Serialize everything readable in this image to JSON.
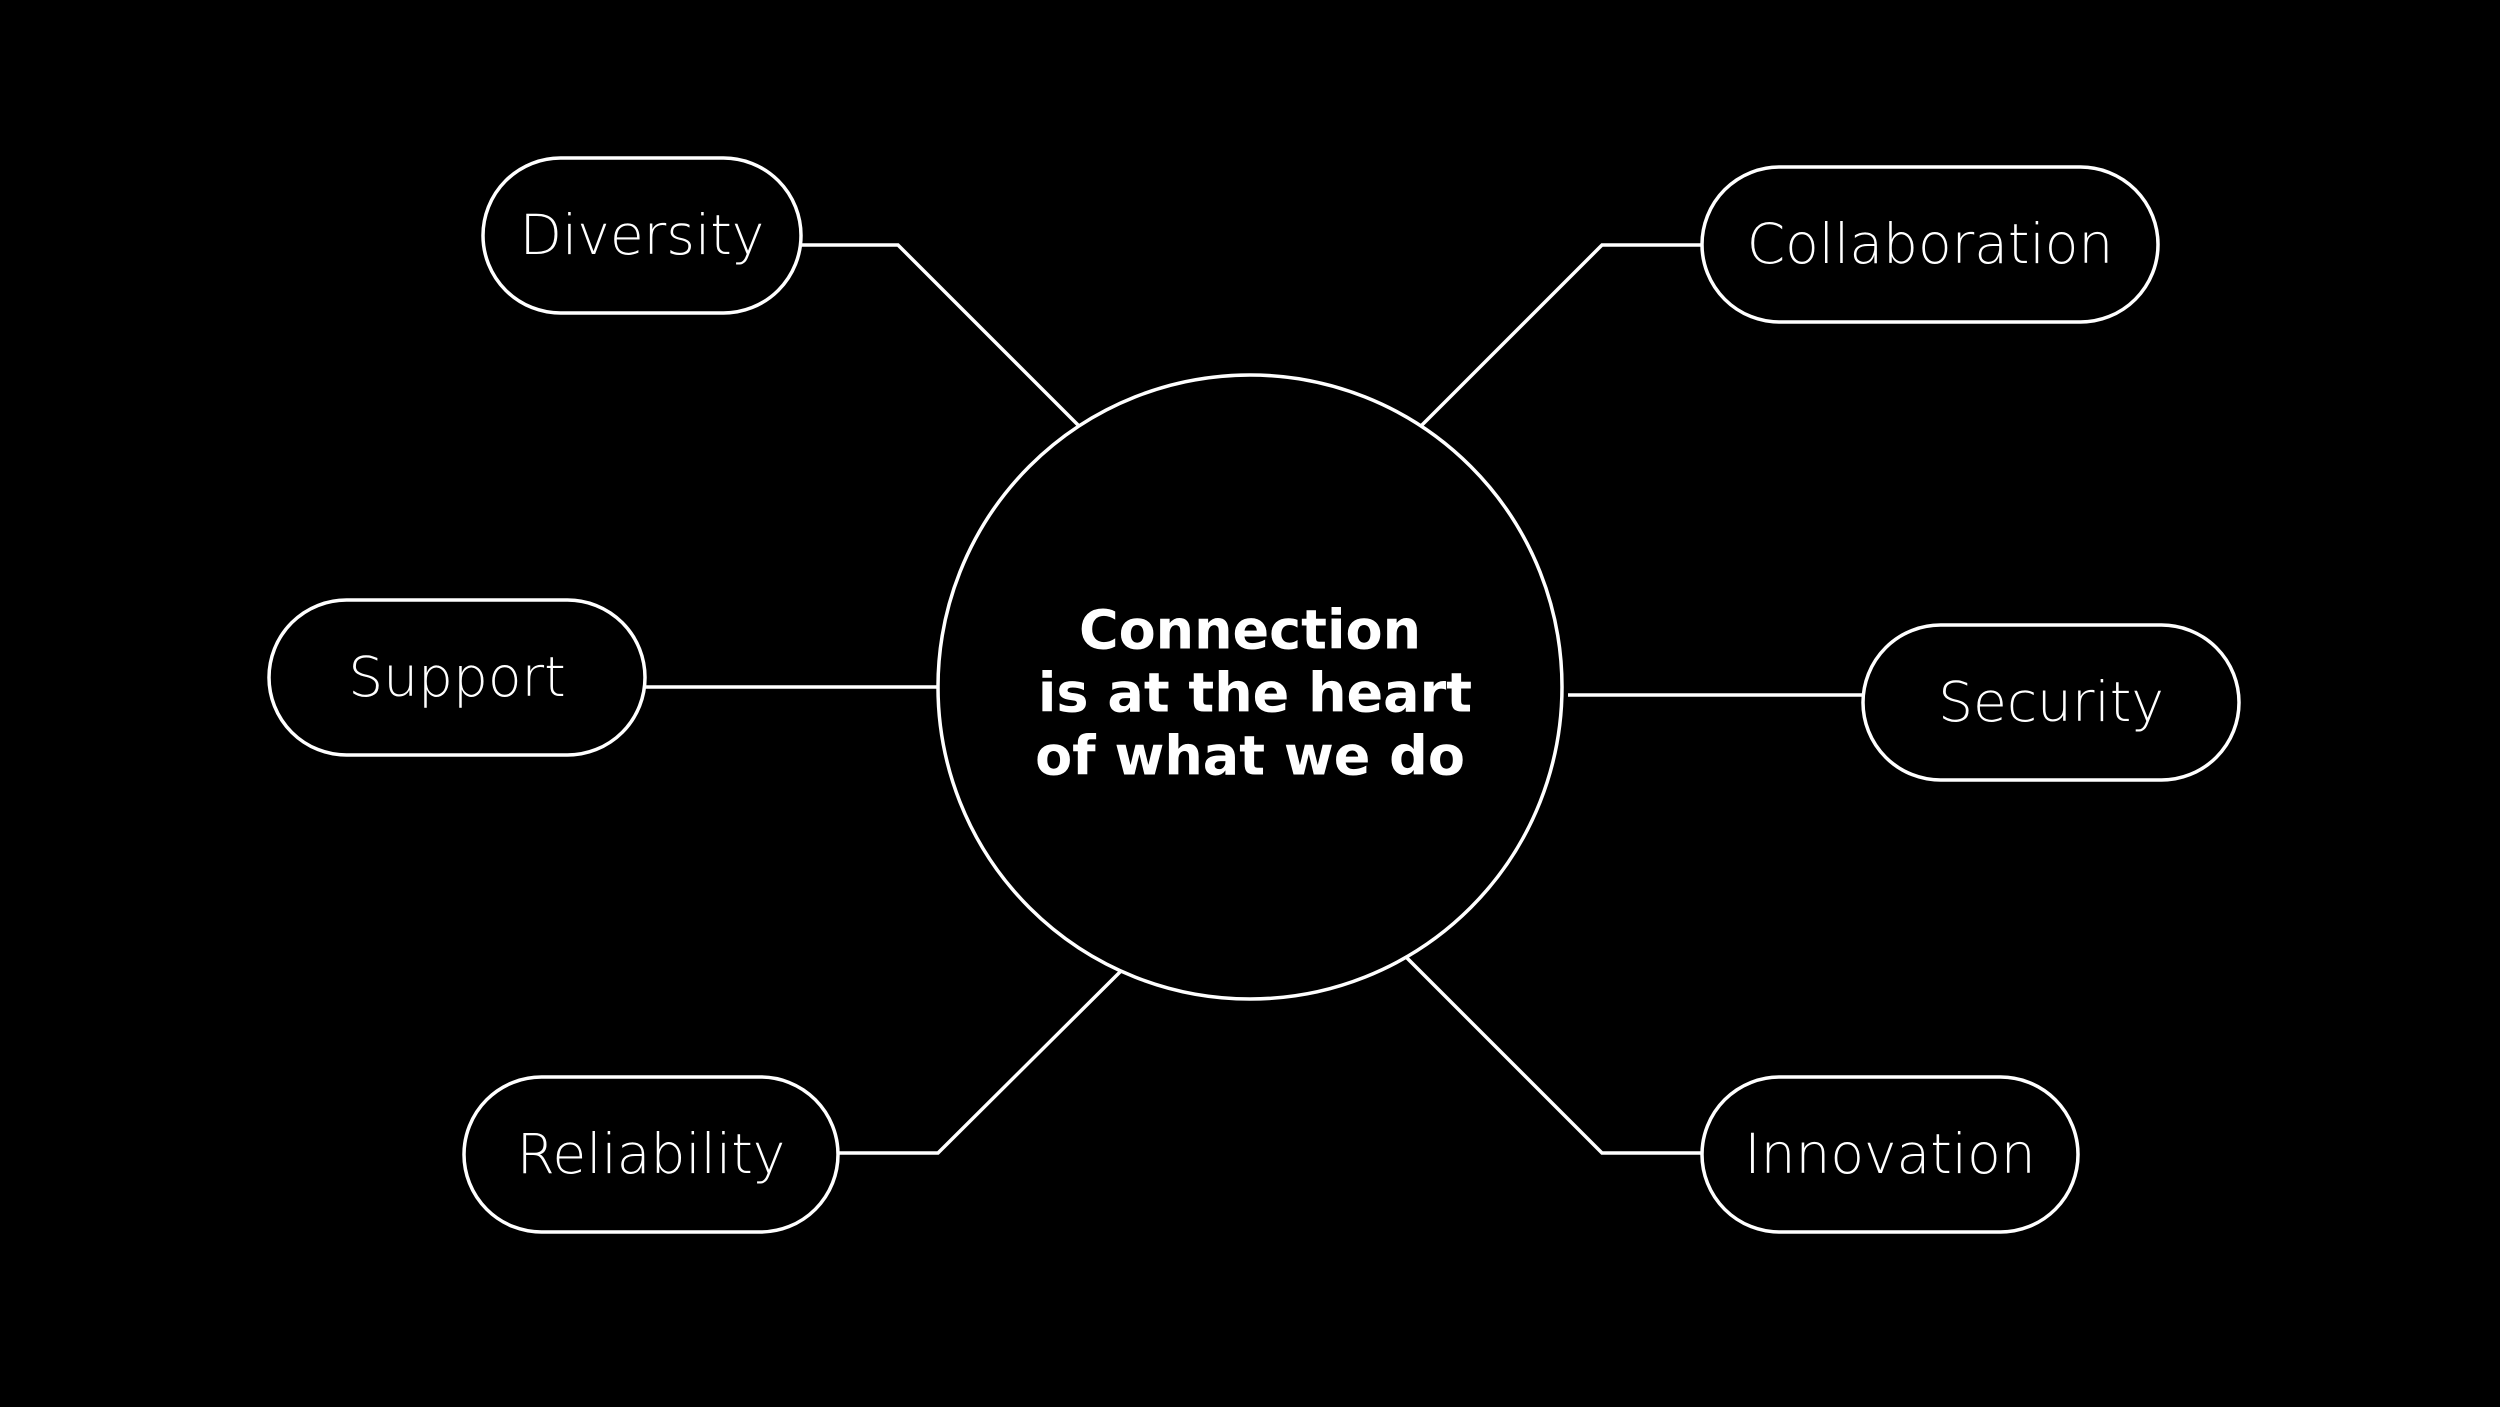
{
  "colors": {
    "background": "#000000",
    "foreground": "#ffffff"
  },
  "hub": {
    "lines": [
      "Connection",
      "is at the heart",
      "of what we do"
    ]
  },
  "nodes": [
    {
      "id": "diversity",
      "label": "Diversity"
    },
    {
      "id": "collaboration",
      "label": "Collaboration"
    },
    {
      "id": "support",
      "label": "Support"
    },
    {
      "id": "security",
      "label": "Security"
    },
    {
      "id": "reliability",
      "label": "Reliability"
    },
    {
      "id": "innovation",
      "label": "Innovation"
    }
  ]
}
